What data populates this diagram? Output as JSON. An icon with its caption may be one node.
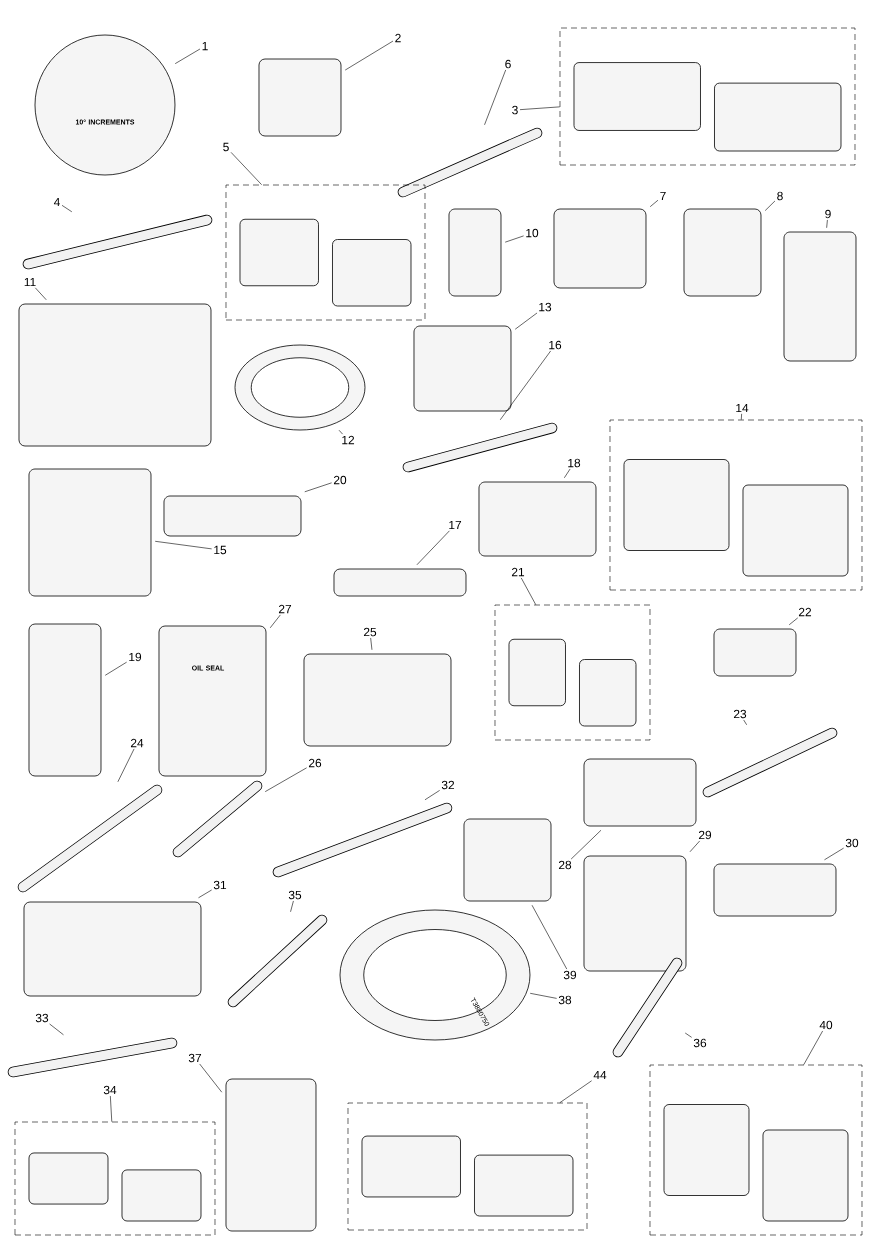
{
  "diagram": {
    "nodes": [
      {
        "text": [
          "1"
        ]
      },
      {
        "text": [
          "2"
        ]
      },
      {
        "text": [
          "6"
        ]
      },
      {
        "text": [
          "3"
        ]
      },
      {
        "text": [
          "5"
        ]
      },
      {
        "text": [
          "7"
        ]
      },
      {
        "text": [
          "8"
        ]
      },
      {
        "text": [
          "4"
        ]
      },
      {
        "text": [
          "9"
        ]
      },
      {
        "text": [
          "10"
        ]
      },
      {
        "text": [
          "11"
        ]
      },
      {
        "text": [
          "13"
        ]
      },
      {
        "text": [
          "16"
        ]
      },
      {
        "text": [
          "14"
        ]
      },
      {
        "text": [
          "12"
        ]
      },
      {
        "text": [
          "18"
        ]
      },
      {
        "text": [
          "20"
        ]
      },
      {
        "text": [
          "17"
        ]
      },
      {
        "text": [
          "15"
        ]
      },
      {
        "text": [
          "21"
        ]
      },
      {
        "text": [
          "27"
        ]
      },
      {
        "text": [
          "22"
        ]
      },
      {
        "text": [
          "25"
        ]
      },
      {
        "text": [
          "19"
        ]
      },
      {
        "text": [
          "23"
        ]
      },
      {
        "text": [
          "24"
        ]
      },
      {
        "text": [
          "26"
        ]
      },
      {
        "text": [
          "32"
        ]
      },
      {
        "text": [
          "30"
        ]
      },
      {
        "text": [
          "29"
        ]
      },
      {
        "text": [
          "28"
        ]
      },
      {
        "text": [
          "31"
        ]
      },
      {
        "text": [
          "35"
        ]
      },
      {
        "text": [
          "39"
        ]
      },
      {
        "text": [
          "38"
        ]
      },
      {
        "text": [
          "33"
        ]
      },
      {
        "text": [
          "40"
        ]
      },
      {
        "text": [
          "37"
        ]
      },
      {
        "text": [
          "36"
        ]
      },
      {
        "text": [
          "44"
        ]
      },
      {
        "text": [
          "34"
        ]
      },
      {
        "text": [],
        "shape": "circle"
      },
      {
        "text": [],
        "shape": "box"
      },
      {
        "text": [],
        "shape": "bar"
      },
      {
        "text": [],
        "shape": "box"
      },
      {
        "text": [],
        "shape": "box"
      },
      {
        "text": [],
        "shape": "box"
      },
      {
        "text": [],
        "shape": "box"
      },
      {
        "text": [],
        "shape": "bar"
      },
      {
        "text": [],
        "shape": "box"
      },
      {
        "text": [],
        "shape": "box"
      },
      {
        "text": [],
        "shape": "box"
      },
      {
        "text": [],
        "shape": "box"
      },
      {
        "text": [],
        "shape": "bar"
      },
      {
        "text": [],
        "shape": "box"
      },
      {
        "text": [],
        "shape": "circle"
      },
      {
        "text": [],
        "shape": "box"
      },
      {
        "text": [],
        "shape": "box"
      },
      {
        "text": [],
        "shape": "box"
      },
      {
        "text": [],
        "shape": "box"
      },
      {
        "text": [],
        "shape": "box"
      },
      {
        "text": [],
        "shape": "box"
      },
      {
        "text": [],
        "shape": "box"
      },
      {
        "text": [],
        "shape": "box"
      },
      {
        "text": [],
        "shape": "box"
      },
      {
        "text": [],
        "shape": "bar"
      },
      {
        "text": [],
        "shape": "bar"
      },
      {
        "text": [],
        "shape": "bar"
      },
      {
        "text": [],
        "shape": "bar"
      },
      {
        "text": [],
        "shape": "box"
      },
      {
        "text": [],
        "shape": "box"
      },
      {
        "text": [],
        "shape": "box"
      },
      {
        "text": [],
        "shape": "box"
      },
      {
        "text": [],
        "shape": "bar"
      },
      {
        "text": [],
        "shape": "box"
      },
      {
        "text": [],
        "shape": "circle"
      },
      {
        "text": [],
        "shape": "bar"
      },
      {
        "text": [],
        "shape": "box"
      },
      {
        "text": [],
        "shape": "box"
      },
      {
        "text": [],
        "shape": "bar"
      },
      {
        "text": [],
        "shape": "box"
      },
      {
        "text": [],
        "shape": "box"
      }
    ],
    "edges": [
      {
        "from": 0,
        "to": 41,
        "arrow": "none"
      },
      {
        "from": 1,
        "to": 42,
        "arrow": "none"
      },
      {
        "from": 2,
        "to": 43,
        "arrow": "none"
      },
      {
        "from": 3,
        "to": 44,
        "arrow": "none"
      },
      {
        "from": 4,
        "to": 45,
        "arrow": "none"
      },
      {
        "from": 5,
        "to": 46,
        "arrow": "none"
      },
      {
        "from": 6,
        "to": 47,
        "arrow": "none"
      },
      {
        "from": 7,
        "to": 48,
        "arrow": "none"
      },
      {
        "from": 8,
        "to": 49,
        "arrow": "none"
      },
      {
        "from": 9,
        "to": 50,
        "arrow": "none"
      },
      {
        "from": 10,
        "to": 51,
        "arrow": "none"
      },
      {
        "from": 11,
        "to": 52,
        "arrow": "none"
      },
      {
        "from": 12,
        "to": 53,
        "arrow": "none"
      },
      {
        "from": 13,
        "to": 54,
        "arrow": "none"
      },
      {
        "from": 14,
        "to": 55,
        "arrow": "none"
      },
      {
        "from": 15,
        "to": 56,
        "arrow": "none"
      },
      {
        "from": 16,
        "to": 57,
        "arrow": "none"
      },
      {
        "from": 17,
        "to": 58,
        "arrow": "none"
      },
      {
        "from": 18,
        "to": 59,
        "arrow": "none"
      },
      {
        "from": 19,
        "to": 60,
        "arrow": "none"
      },
      {
        "from": 20,
        "to": 61,
        "arrow": "none"
      },
      {
        "from": 21,
        "to": 62,
        "arrow": "none"
      },
      {
        "from": 22,
        "to": 63,
        "arrow": "none"
      },
      {
        "from": 23,
        "to": 64,
        "arrow": "none"
      },
      {
        "from": 24,
        "to": 65,
        "arrow": "none"
      },
      {
        "from": 25,
        "to": 66,
        "arrow": "none"
      },
      {
        "from": 26,
        "to": 67,
        "arrow": "none"
      },
      {
        "from": 27,
        "to": 68,
        "arrow": "none"
      },
      {
        "from": 28,
        "to": 69,
        "arrow": "none"
      },
      {
        "from": 29,
        "to": 70,
        "arrow": "none"
      },
      {
        "from": 30,
        "to": 71,
        "arrow": "none"
      },
      {
        "from": 31,
        "to": 72,
        "arrow": "none"
      },
      {
        "from": 32,
        "to": 73,
        "arrow": "none"
      },
      {
        "from": 33,
        "to": 74,
        "arrow": "none"
      },
      {
        "from": 34,
        "to": 75,
        "arrow": "none"
      },
      {
        "from": 35,
        "to": 76,
        "arrow": "none"
      },
      {
        "from": 36,
        "to": 77,
        "arrow": "none"
      },
      {
        "from": 37,
        "to": 78,
        "arrow": "none"
      },
      {
        "from": 38,
        "to": 79,
        "arrow": "none"
      },
      {
        "from": 39,
        "to": 80,
        "arrow": "none"
      },
      {
        "from": 40,
        "to": 81,
        "arrow": "none"
      }
    ],
    "labels": [
      "10° INCREMENTS",
      "OIL SEAL",
      "T3880750"
    ]
  }
}
